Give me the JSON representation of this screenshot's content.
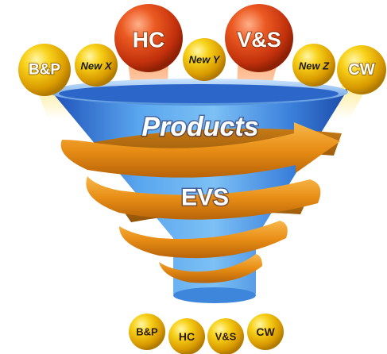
{
  "diagram": {
    "top_labels": {
      "bp": "B&P",
      "new_x": "New X",
      "hc": "HC",
      "new_y": "New Y",
      "vs": "V&S",
      "new_z": "New Z",
      "cw": "CW"
    },
    "funnel_label": "Products",
    "spiral_label": "EVS",
    "bottom_labels": [
      "B&P",
      "HC",
      "V&S",
      "CW"
    ],
    "colors": {
      "funnel_blue": "#2f6fd6",
      "spiral_orange": "#e8901c",
      "ball_yellow": "#f5c400",
      "ball_red": "#d83a12"
    }
  }
}
